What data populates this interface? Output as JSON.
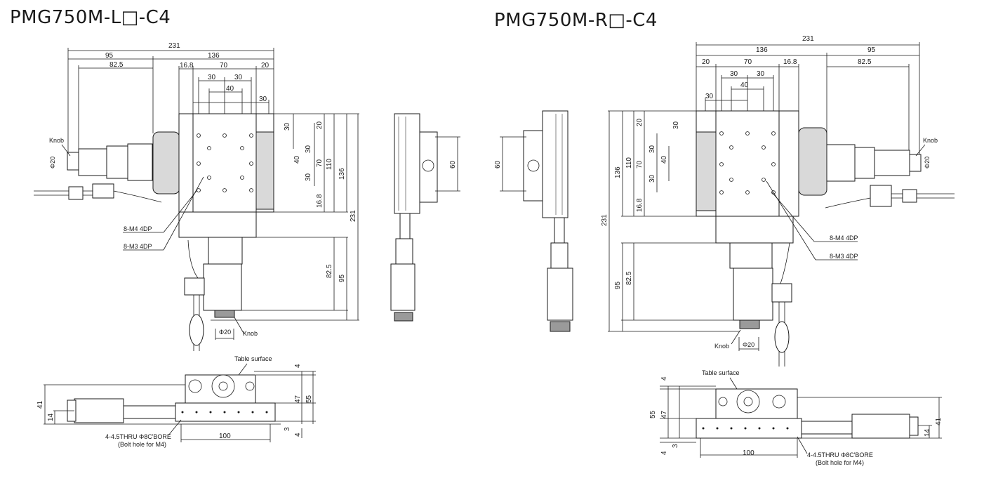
{
  "titles": {
    "left": "PMG750M-L□-C4",
    "right": "PMG750M-R□-C4"
  },
  "left_view": {
    "top_dims": [
      "231",
      "95",
      "136",
      "82.5",
      "16.8",
      "70",
      "20",
      "30",
      "30",
      "40",
      "30"
    ],
    "right_dims": [
      "20",
      "30",
      "30",
      "40",
      "70",
      "30",
      "110",
      "136",
      "16.8",
      "231",
      "82.5",
      "95"
    ],
    "side_dim": "60",
    "labels": {
      "knob_top": "Knob",
      "phi_top": "Φ20",
      "m4": "8-M4 4DP",
      "m3": "8-M3 4DP",
      "phi_bottom": "Φ20",
      "knob_bottom": "Knob"
    }
  },
  "right_view": {
    "top_dims": [
      "231",
      "136",
      "95",
      "20",
      "70",
      "16.8",
      "82.5",
      "30",
      "30",
      "40",
      "30"
    ],
    "left_dims": [
      "20",
      "30",
      "30",
      "40",
      "70",
      "30",
      "110",
      "136",
      "16.8",
      "231",
      "95",
      "82.5"
    ],
    "side_dim": "60",
    "labels": {
      "knob_top": "Knob",
      "phi_top": "Φ20",
      "m4": "8-M4 4DP",
      "m3": "8-M3 4DP",
      "knob_bottom": "Knob",
      "phi_bottom": "Φ20"
    }
  },
  "left_front": {
    "table_surface": "Table surface",
    "dims": [
      "4",
      "47",
      "55",
      "41",
      "14",
      "3",
      "4",
      "100"
    ],
    "thru": "4-4.5THRU Φ8C'BORE",
    "bolt": "(Bolt hole for M4)"
  },
  "right_front": {
    "table_surface": "Table surface",
    "dims": [
      "4",
      "55",
      "47",
      "41",
      "14",
      "3",
      "4",
      "100"
    ],
    "thru": "4-4.5THRU Φ8C'BORE",
    "bolt": "(Bolt hole for M4)"
  }
}
